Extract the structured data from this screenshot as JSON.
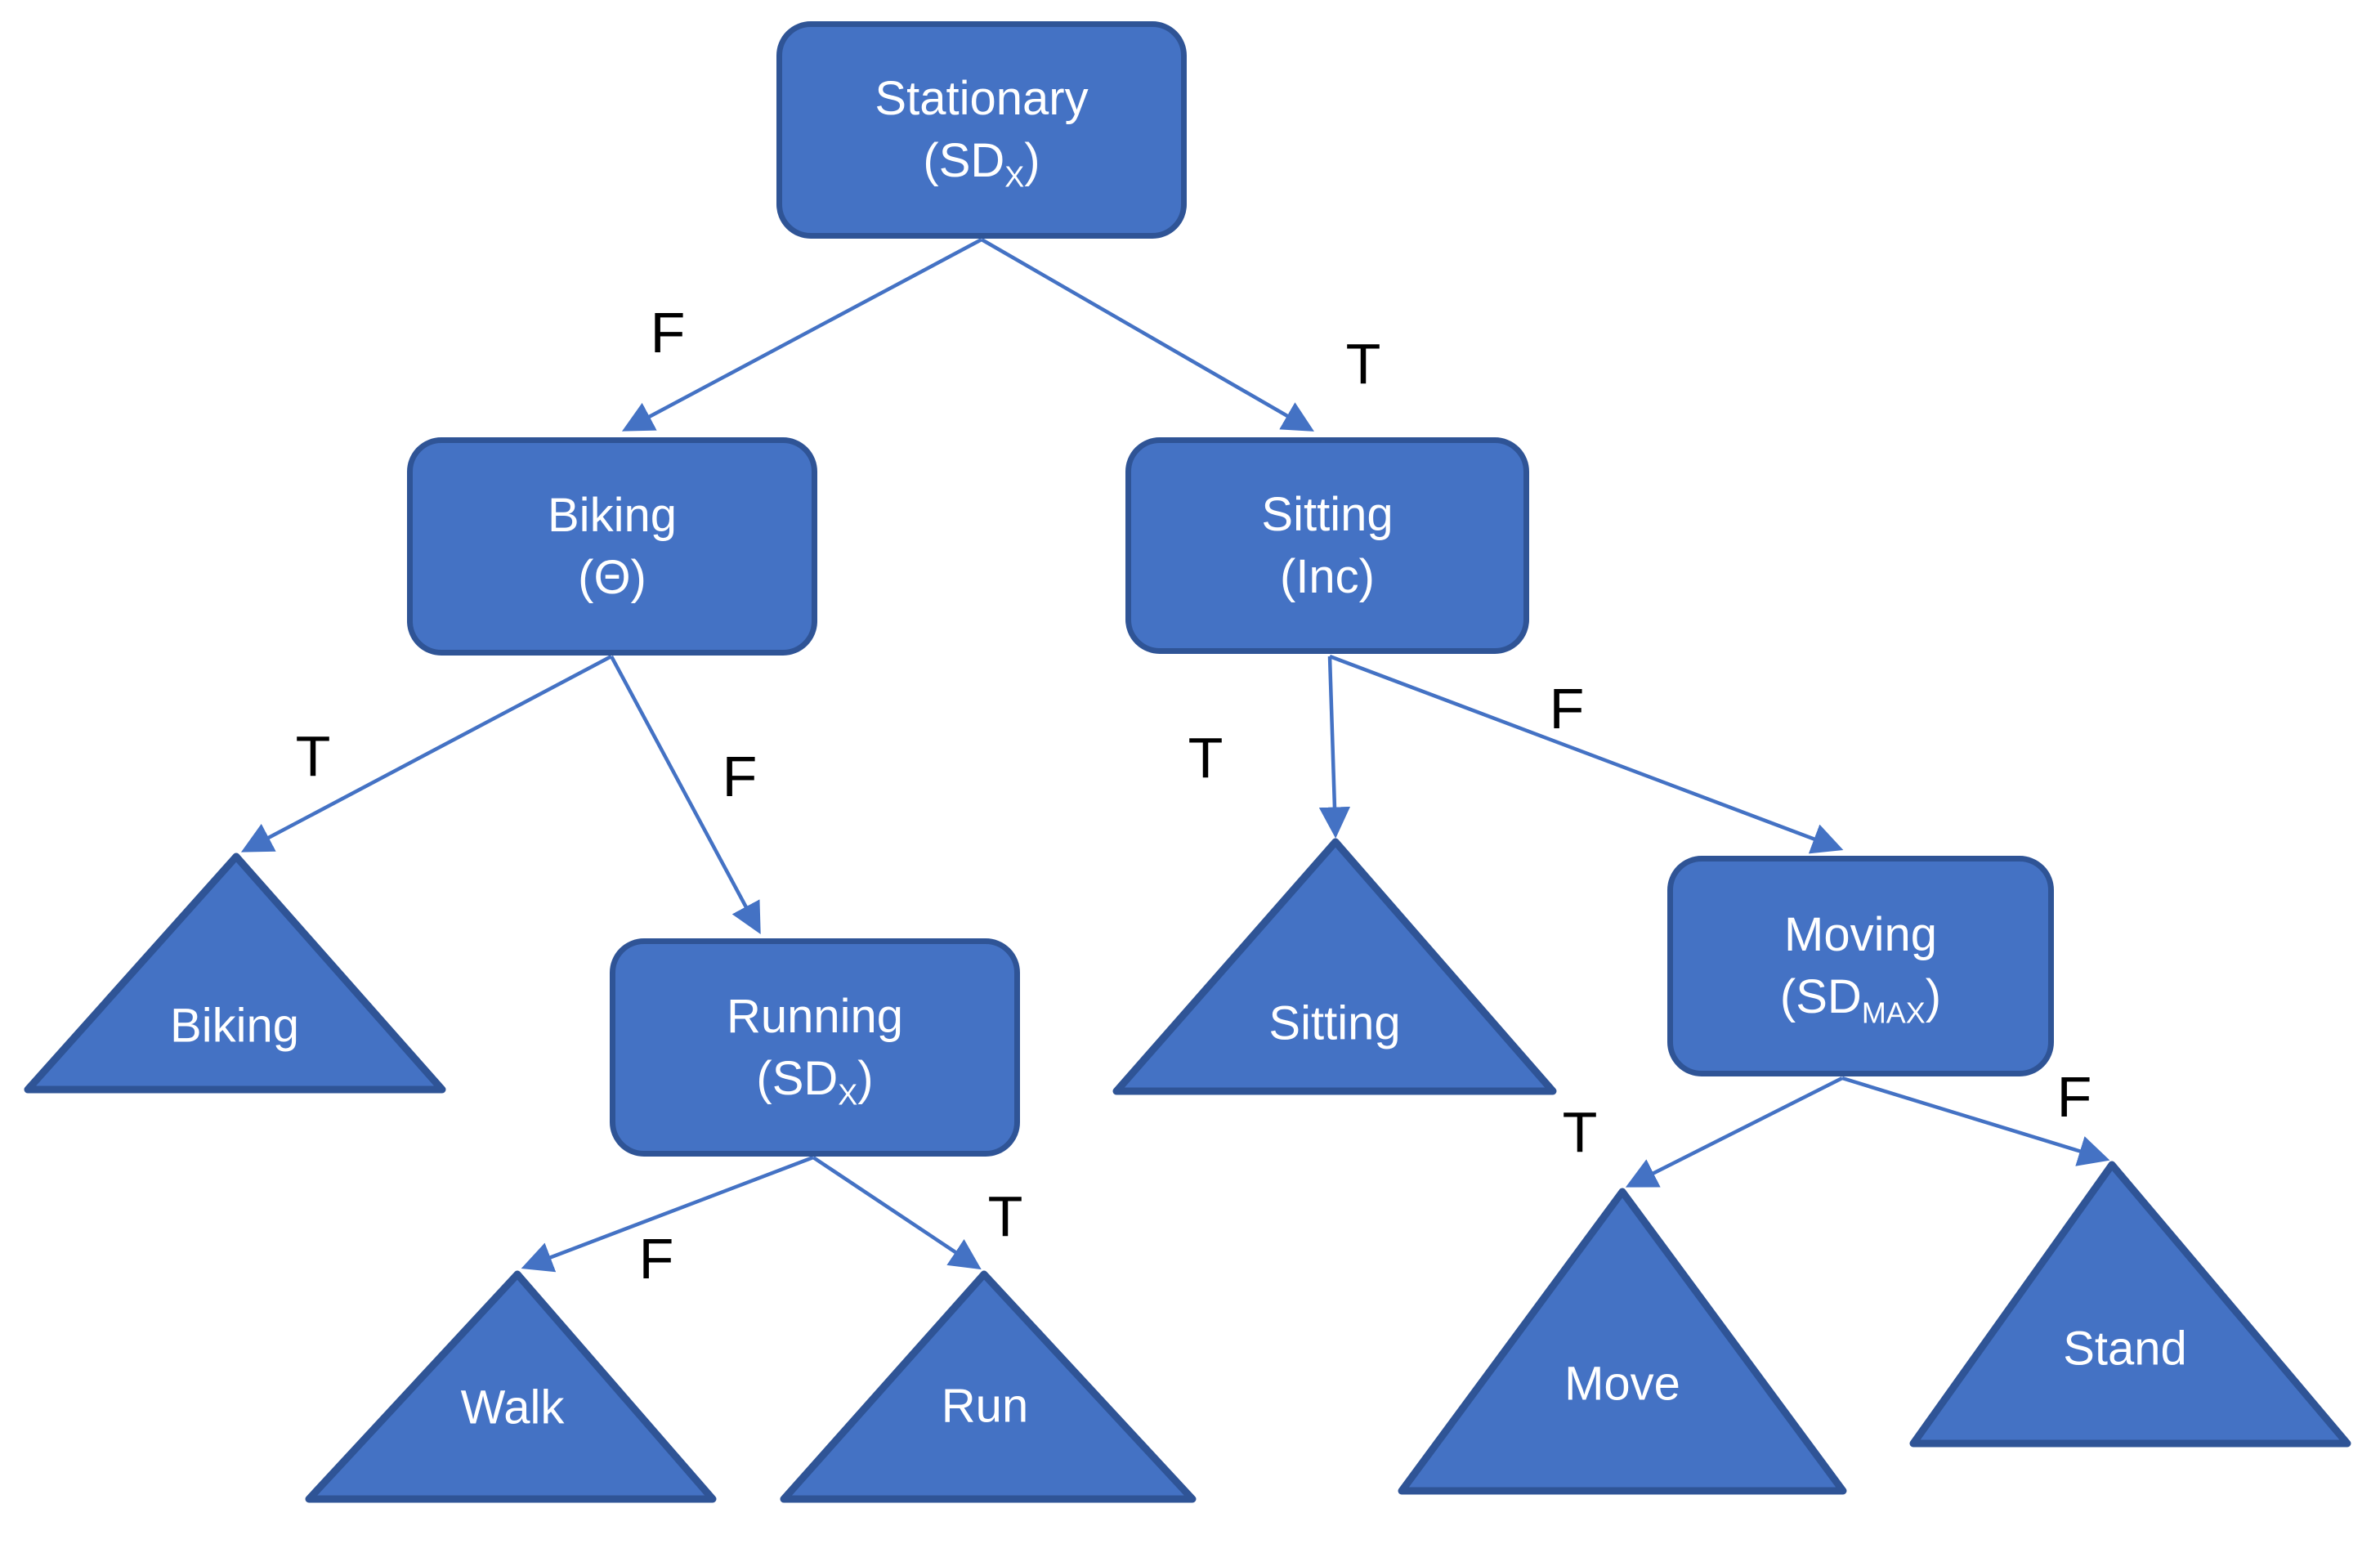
{
  "diagram": {
    "type": "decision-tree",
    "background": "#FFFFFF"
  },
  "palette": {
    "shape_fill": "#4472C4",
    "shape_border": "#2F5496",
    "connector": "#4472C4",
    "edge_label_color": "#000000",
    "node_text_color": "#FFFFFF"
  },
  "nodes": [
    {
      "id": "stationary",
      "line1": "Stationary",
      "line2_pre": "(SD",
      "line2_sub": "X",
      "line2_post": ")"
    },
    {
      "id": "biking",
      "line1": "Biking",
      "line2_pre": "(Θ)",
      "line2_sub": "",
      "line2_post": ""
    },
    {
      "id": "sitting",
      "line1": "Sitting",
      "line2_pre": "(Inc)",
      "line2_sub": "",
      "line2_post": ""
    },
    {
      "id": "running",
      "line1": "Running",
      "line2_pre": "(SD",
      "line2_sub": "X",
      "line2_post": ")"
    },
    {
      "id": "moving",
      "line1": "Moving",
      "line2_pre": "(SD",
      "line2_sub": "MAX",
      "line2_post": ")"
    }
  ],
  "leaves": [
    {
      "id": "biking-leaf",
      "label": "Biking"
    },
    {
      "id": "sitting-leaf",
      "label": "Sitting"
    },
    {
      "id": "walk-leaf",
      "label": "Walk"
    },
    {
      "id": "run-leaf",
      "label": "Run"
    },
    {
      "id": "move-leaf",
      "label": "Move"
    },
    {
      "id": "stand-leaf",
      "label": "Stand"
    }
  ],
  "edge_labels": [
    {
      "edge": "stationary-to-biking",
      "text": "F"
    },
    {
      "edge": "stationary-to-sitting",
      "text": "T"
    },
    {
      "edge": "biking-to-biking-leaf",
      "text": "T"
    },
    {
      "edge": "biking-to-running",
      "text": "F"
    },
    {
      "edge": "sitting-to-sitting-leaf",
      "text": "T"
    },
    {
      "edge": "sitting-to-moving",
      "text": "F"
    },
    {
      "edge": "running-to-walk-leaf",
      "text": "F"
    },
    {
      "edge": "running-to-run-leaf",
      "text": "T"
    },
    {
      "edge": "moving-to-move-leaf",
      "text": "T"
    },
    {
      "edge": "moving-to-stand-leaf",
      "text": "F"
    }
  ]
}
